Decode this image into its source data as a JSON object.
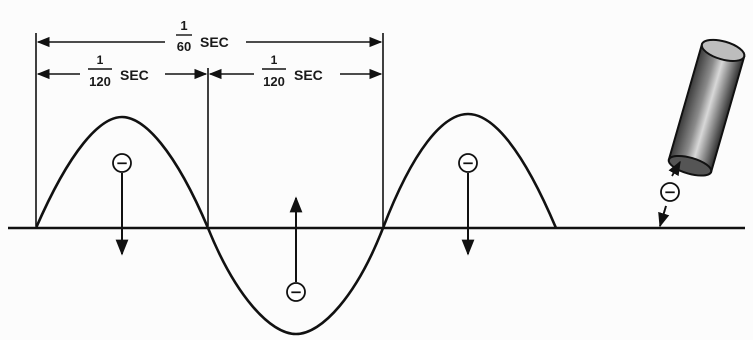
{
  "diagram": {
    "label_full_period": {
      "numerator": "1",
      "denominator": "60",
      "unit": "SEC"
    },
    "label_half_period_1": {
      "numerator": "1",
      "denominator": "120",
      "unit": "SEC"
    },
    "label_half_period_2": {
      "numerator": "1",
      "denominator": "120",
      "unit": "SEC"
    },
    "electron_symbol": "−"
  }
}
